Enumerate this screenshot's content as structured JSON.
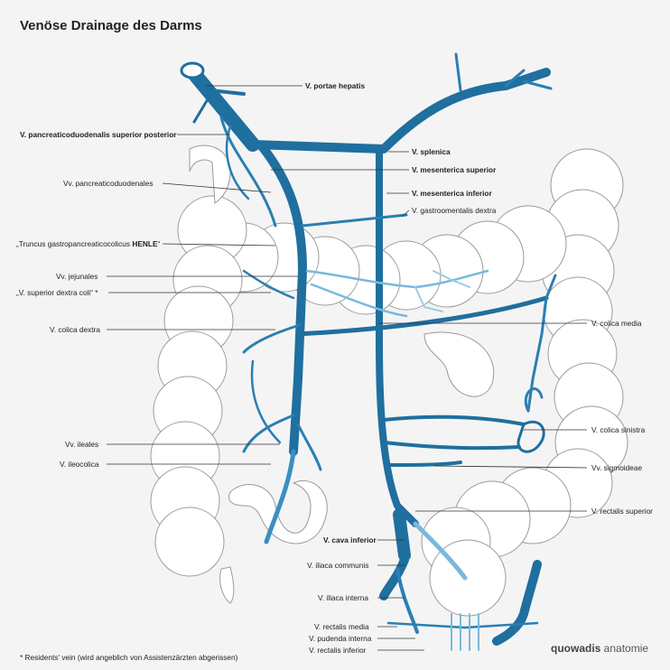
{
  "title": "Venöse Drainage des Darms",
  "labels": {
    "portae": "V. portae hepatis",
    "pancreaticoduodenalis": "V. pancreaticoduodenalis superior posterior",
    "splenica": "V. splenica",
    "mes_sup": "V. mesenterica superior",
    "vv_pancreatico": "Vv. pancreaticoduodenales",
    "mes_inf": "V. mesenterica inferior",
    "gastroomentalis": "V. gastroomentalis dextra",
    "truncus_prefix": "„Truncus gastropancreaticocolicus ",
    "truncus_bold": "HENLE",
    "truncus_suffix": "“",
    "jejunales": "Vv. jejunales",
    "sup_dextra_coli": "„V. superior dextra coli“ *",
    "colica_media": "V. colica media",
    "colica_dextra": "V. colica dextra",
    "colica_sinistra": "V. colica sinistra",
    "ileales": "Vv. ileales",
    "sigmoideae": "Vv. sigmoideae",
    "ileocolica": "V. ileocolica",
    "rectalis_superior": "V. rectalis superior",
    "cava_inferior": "V. cava inferior",
    "iliaca_communis": "V. iliaca communis",
    "iliaca_interna": "V. iliaca interna",
    "rectalis_media": "V. rectalis media",
    "pudenda_interna": "V. pudenda interna",
    "rectalis_inferior": "V. rectalis inferior"
  },
  "footnote": "*  Residents' vein (wird angeblich von Assistenzärzten abgerissen)",
  "brand": {
    "bold": "quowadis",
    "light": " anatomie"
  },
  "colors": {
    "vein_dark": "#1f6f9f",
    "vein_mid": "#3a8fc2",
    "vein_light": "#7ab8dc",
    "organ_stroke": "#9a9a9a",
    "leader": "#333333"
  }
}
